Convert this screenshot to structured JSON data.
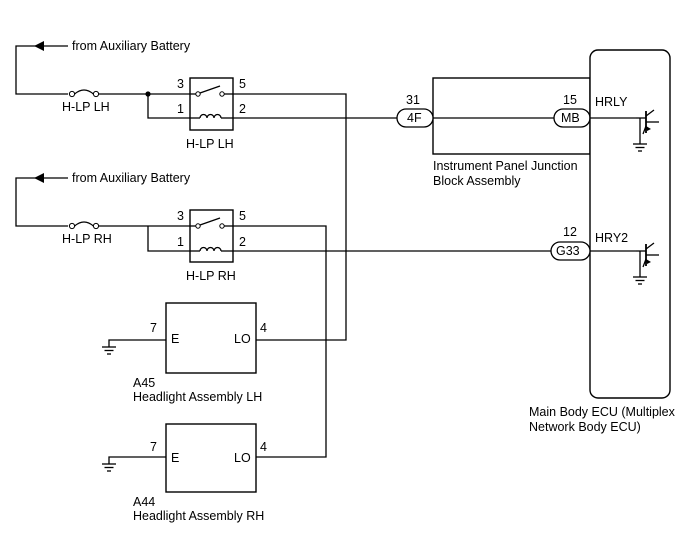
{
  "sources": {
    "top": {
      "label": "from Auxiliary Battery"
    },
    "bottom": {
      "label": "from Auxiliary Battery"
    }
  },
  "fuses": {
    "lh": {
      "label": "H-LP LH"
    },
    "rh": {
      "label": "H-LP RH"
    }
  },
  "relays": {
    "lh": {
      "label": "H-LP LH",
      "pins": {
        "p3": "3",
        "p5": "5",
        "p1": "1",
        "p2": "2"
      }
    },
    "rh": {
      "label": "H-LP RH",
      "pins": {
        "p3": "3",
        "p5": "5",
        "p1": "1",
        "p2": "2"
      }
    }
  },
  "junction_block": {
    "label_line1": "Instrument Panel Junction",
    "label_line2": "Block Assembly",
    "conn_in": {
      "pin": "31",
      "code": "4F"
    },
    "conn_out": {
      "pin": "15",
      "code": "MB"
    }
  },
  "ecu": {
    "label_line1": "Main Body ECU (Multiplex",
    "label_line2": "Network Body ECU)",
    "signals": {
      "hrly": {
        "name": "HRLY"
      },
      "hry2": {
        "name": "HRY2",
        "pin": "12",
        "code": "G33"
      }
    }
  },
  "headlights": {
    "lh": {
      "code": "A45",
      "name": "Headlight Assembly LH",
      "pin_e": "7",
      "pin_lo": "4",
      "term_e": "E",
      "term_lo": "LO"
    },
    "rh": {
      "code": "A44",
      "name": "Headlight Assembly RH",
      "pin_e": "7",
      "pin_lo": "4",
      "term_e": "E",
      "term_lo": "LO"
    }
  }
}
